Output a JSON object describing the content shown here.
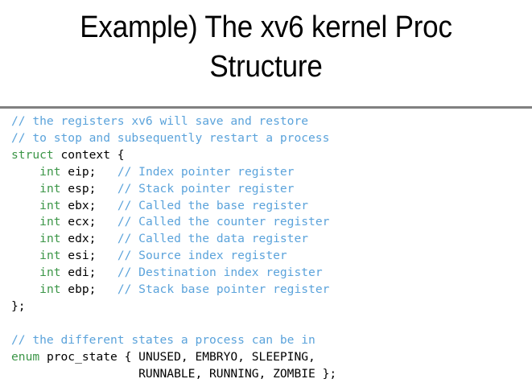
{
  "slide": {
    "background_color": "#ffffff",
    "title": {
      "lines": [
        "Example) The xv6 kernel Proc",
        "Structure"
      ],
      "color": "#000000"
    },
    "divider": {
      "color": "#808080"
    }
  },
  "syntax_colors": {
    "comment": "#5BA3DB",
    "keyword": "#3C9648",
    "plain": "#000000"
  },
  "code": {
    "language": "c",
    "full_text": "// the registers xv6 will save and restore\n// to stop and subsequently restart a process\nstruct context {\n    int eip;   // Index pointer register\n    int esp;   // Stack pointer register\n    int ebx;   // Called the base register\n    int ecx;   // Called the counter register\n    int edx;   // Called the data register\n    int esi;   // Source index register\n    int edi;   // Destination index register\n    int ebp;   // Stack base pointer register\n};\n\n// the different states a process can be in\nenum proc_state { UNUSED, EMBRYO, SLEEPING,\n                  RUNNABLE, RUNNING, ZOMBIE };",
    "lines": [
      {
        "tokens": [
          {
            "t": "comment",
            "s": "// the registers xv6 will save and restore"
          }
        ]
      },
      {
        "tokens": [
          {
            "t": "comment",
            "s": "// to stop and subsequently restart a process"
          }
        ]
      },
      {
        "tokens": [
          {
            "t": "keyword",
            "s": "struct"
          },
          {
            "t": "plain",
            "s": " context {"
          }
        ]
      },
      {
        "tokens": [
          {
            "t": "plain",
            "s": "    "
          },
          {
            "t": "keyword",
            "s": "int"
          },
          {
            "t": "plain",
            "s": " eip;   "
          },
          {
            "t": "comment",
            "s": "// Index pointer register"
          }
        ]
      },
      {
        "tokens": [
          {
            "t": "plain",
            "s": "    "
          },
          {
            "t": "keyword",
            "s": "int"
          },
          {
            "t": "plain",
            "s": " esp;   "
          },
          {
            "t": "comment",
            "s": "// Stack pointer register"
          }
        ]
      },
      {
        "tokens": [
          {
            "t": "plain",
            "s": "    "
          },
          {
            "t": "keyword",
            "s": "int"
          },
          {
            "t": "plain",
            "s": " ebx;   "
          },
          {
            "t": "comment",
            "s": "// Called the base register"
          }
        ]
      },
      {
        "tokens": [
          {
            "t": "plain",
            "s": "    "
          },
          {
            "t": "keyword",
            "s": "int"
          },
          {
            "t": "plain",
            "s": " ecx;   "
          },
          {
            "t": "comment",
            "s": "// Called the counter register"
          }
        ]
      },
      {
        "tokens": [
          {
            "t": "plain",
            "s": "    "
          },
          {
            "t": "keyword",
            "s": "int"
          },
          {
            "t": "plain",
            "s": " edx;   "
          },
          {
            "t": "comment",
            "s": "// Called the data register"
          }
        ]
      },
      {
        "tokens": [
          {
            "t": "plain",
            "s": "    "
          },
          {
            "t": "keyword",
            "s": "int"
          },
          {
            "t": "plain",
            "s": " esi;   "
          },
          {
            "t": "comment",
            "s": "// Source index register"
          }
        ]
      },
      {
        "tokens": [
          {
            "t": "plain",
            "s": "    "
          },
          {
            "t": "keyword",
            "s": "int"
          },
          {
            "t": "plain",
            "s": " edi;   "
          },
          {
            "t": "comment",
            "s": "// Destination index register"
          }
        ]
      },
      {
        "tokens": [
          {
            "t": "plain",
            "s": "    "
          },
          {
            "t": "keyword",
            "s": "int"
          },
          {
            "t": "plain",
            "s": " ebp;   "
          },
          {
            "t": "comment",
            "s": "// Stack base pointer register"
          }
        ]
      },
      {
        "tokens": [
          {
            "t": "plain",
            "s": "};"
          }
        ]
      },
      {
        "tokens": [
          {
            "t": "plain",
            "s": ""
          }
        ]
      },
      {
        "tokens": [
          {
            "t": "comment",
            "s": "// the different states a process can be in"
          }
        ]
      },
      {
        "tokens": [
          {
            "t": "keyword",
            "s": "enum"
          },
          {
            "t": "plain",
            "s": " proc_state { UNUSED, EMBRYO, SLEEPING,"
          }
        ]
      },
      {
        "tokens": [
          {
            "t": "plain",
            "s": "                  RUNNABLE, RUNNING, ZOMBIE };"
          }
        ]
      }
    ]
  }
}
